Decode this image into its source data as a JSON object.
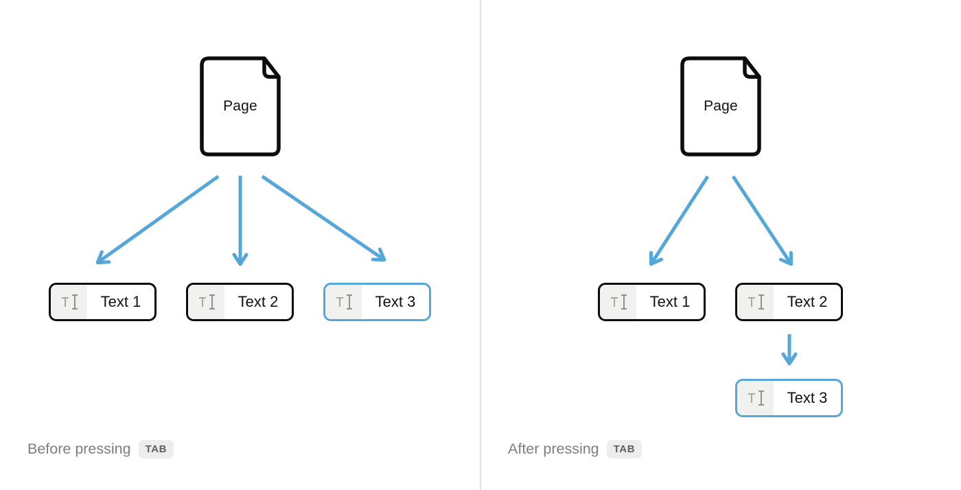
{
  "colors": {
    "accent_blue": "#55a7da",
    "outline_black": "#0d0d0d",
    "divider_gray": "#e2e2e2",
    "block_icon_bg": "#f1f1f0",
    "block_icon_glyph": "#9a9a9a",
    "caption_text": "#7d7d7d",
    "key_badge_bg": "#ededed",
    "key_badge_text": "#5f5f5f"
  },
  "panels": {
    "left": {
      "page_label": "Page",
      "blocks": [
        {
          "label": "Text 1",
          "state": "default"
        },
        {
          "label": "Text 2",
          "state": "default"
        },
        {
          "label": "Text 3",
          "state": "highlighted"
        }
      ],
      "caption": "Before pressing",
      "key": "TAB"
    },
    "right": {
      "page_label": "Page",
      "blocks": [
        {
          "label": "Text 1",
          "state": "default"
        },
        {
          "label": "Text 2",
          "state": "default"
        },
        {
          "label": "Text 3",
          "state": "highlighted-indented"
        }
      ],
      "caption": "After pressing",
      "key": "TAB"
    }
  },
  "icons": {
    "page": "document-with-folded-corner-icon",
    "block": "text-block-icon"
  }
}
